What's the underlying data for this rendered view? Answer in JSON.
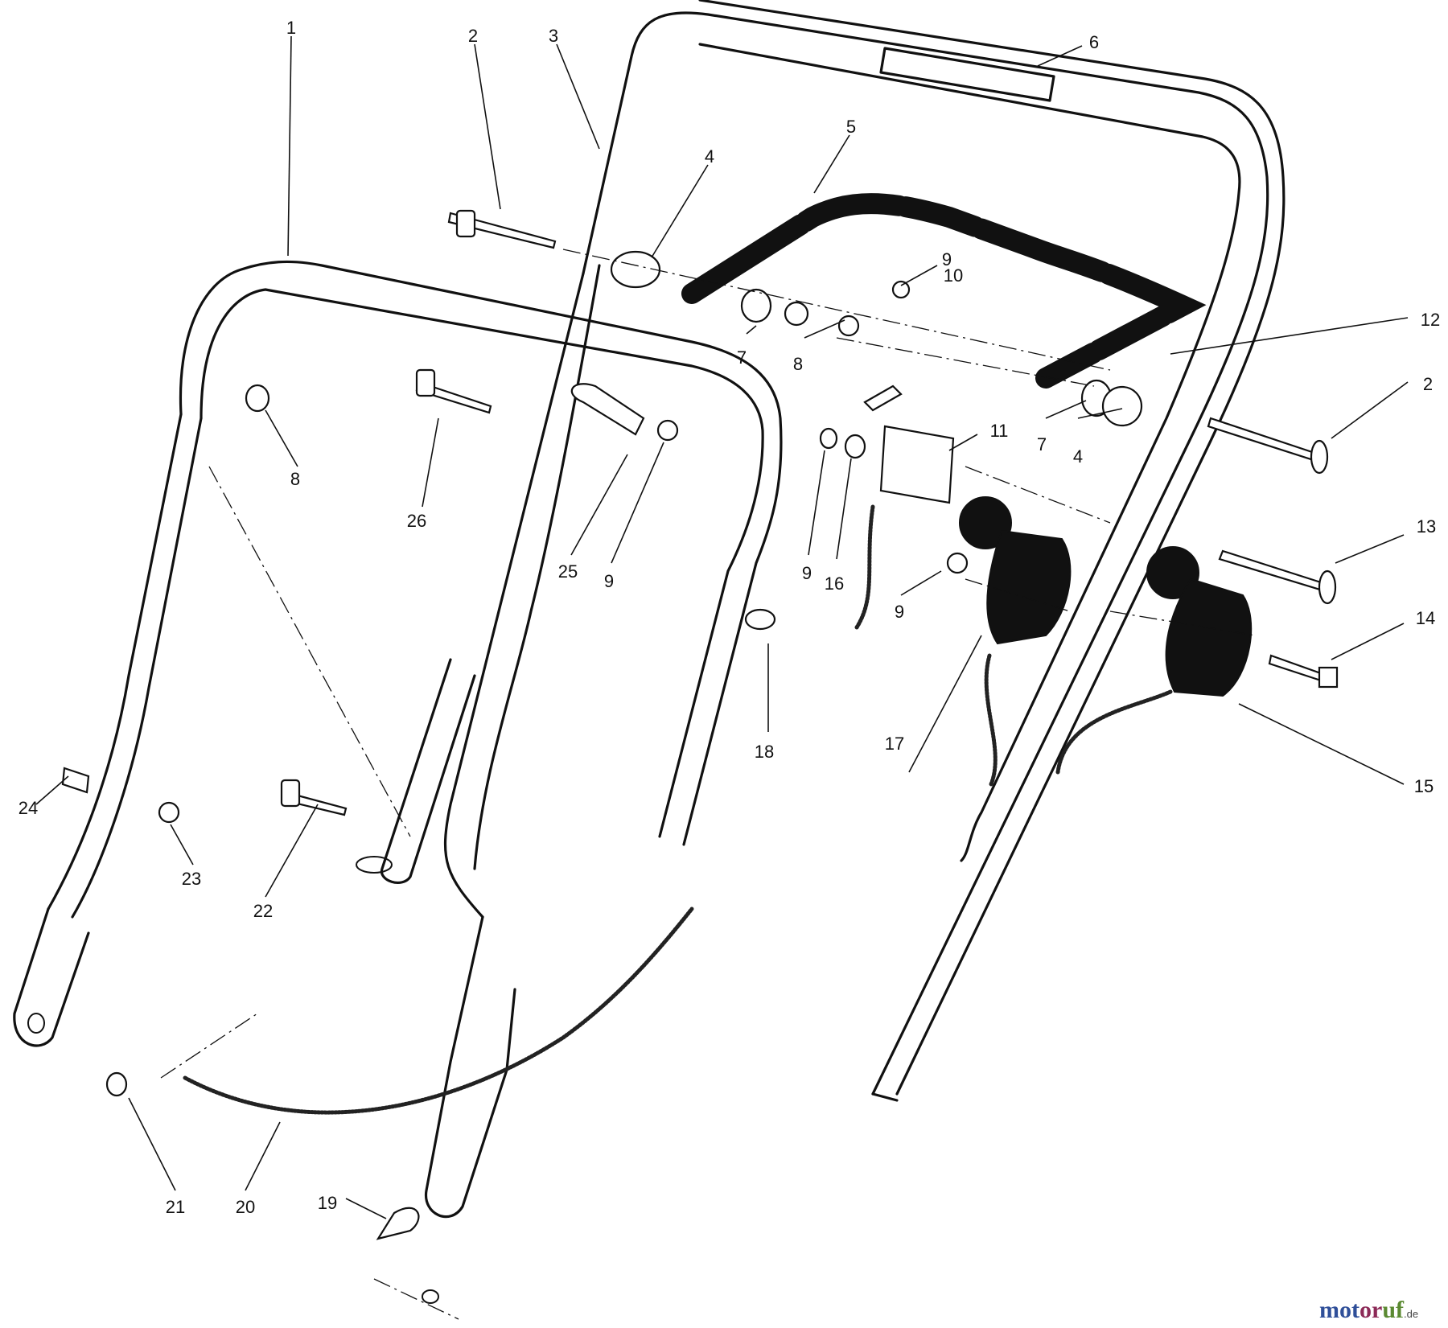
{
  "callouts": [
    {
      "id": "c1",
      "text": "1"
    },
    {
      "id": "c2a",
      "text": "2"
    },
    {
      "id": "c3",
      "text": "3"
    },
    {
      "id": "c6",
      "text": "6"
    },
    {
      "id": "c5",
      "text": "5"
    },
    {
      "id": "c4a",
      "text": "4"
    },
    {
      "id": "c9a",
      "text": "9"
    },
    {
      "id": "c10",
      "text": "10"
    },
    {
      "id": "c12",
      "text": "12"
    },
    {
      "id": "c7a",
      "text": "7"
    },
    {
      "id": "c8a",
      "text": "8"
    },
    {
      "id": "c2b",
      "text": "2"
    },
    {
      "id": "c7b",
      "text": "7"
    },
    {
      "id": "c4b",
      "text": "4"
    },
    {
      "id": "c11",
      "text": "11"
    },
    {
      "id": "c8b",
      "text": "8"
    },
    {
      "id": "c26",
      "text": "26"
    },
    {
      "id": "c25",
      "text": "25"
    },
    {
      "id": "c9b",
      "text": "9"
    },
    {
      "id": "c9c",
      "text": "9"
    },
    {
      "id": "c16",
      "text": "16"
    },
    {
      "id": "c13",
      "text": "13"
    },
    {
      "id": "c9d",
      "text": "9"
    },
    {
      "id": "c14",
      "text": "14"
    },
    {
      "id": "c17",
      "text": "17"
    },
    {
      "id": "c15",
      "text": "15"
    },
    {
      "id": "c18",
      "text": "18"
    },
    {
      "id": "c24",
      "text": "24"
    },
    {
      "id": "c23",
      "text": "23"
    },
    {
      "id": "c22",
      "text": "22"
    },
    {
      "id": "c21",
      "text": "21"
    },
    {
      "id": "c20",
      "text": "20"
    },
    {
      "id": "c19",
      "text": "19"
    }
  ],
  "watermark": {
    "part1": "mot",
    "part2": "or",
    "part3": "uf",
    "suffix": ".de"
  }
}
